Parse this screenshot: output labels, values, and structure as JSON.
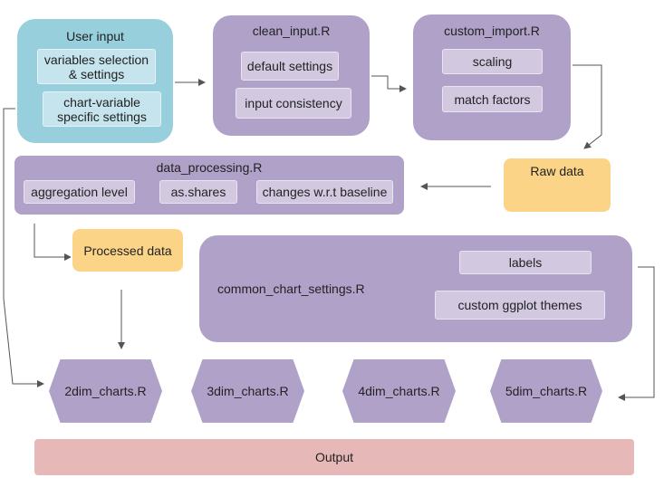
{
  "nodes": {
    "user_input": {
      "title": "User input",
      "items": [
        "variables selection\n& settings",
        "chart-variable\nspecific settings"
      ]
    },
    "clean_input": {
      "title": "clean_input.R",
      "items": [
        "default settings",
        "input consistency"
      ]
    },
    "custom_import": {
      "title": "custom_import.R",
      "items": [
        "scaling",
        "match factors"
      ]
    },
    "raw_data": {
      "title": "Raw data"
    },
    "data_processing": {
      "title": "data_processing.R",
      "items": [
        "aggregation level",
        "as.shares",
        "changes w.r.t baseline"
      ]
    },
    "processed_data": {
      "title": "Processed data"
    },
    "common_chart_settings": {
      "title": "common_chart_settings.R",
      "items": [
        "labels",
        "custom ggplot themes"
      ]
    },
    "charts": [
      "2dim_charts.R",
      "3dim_charts.R",
      "4dim_charts.R",
      "5dim_charts.R"
    ],
    "output": {
      "title": "Output"
    }
  },
  "colors": {
    "purple": "#b0a1c9",
    "light_purple": "#d2c9e1",
    "blue": "#97cfdd",
    "light_blue": "#c6e4ed",
    "orange": "#fbd488",
    "pink": "#e6b9b8",
    "arrow": "#555555"
  }
}
